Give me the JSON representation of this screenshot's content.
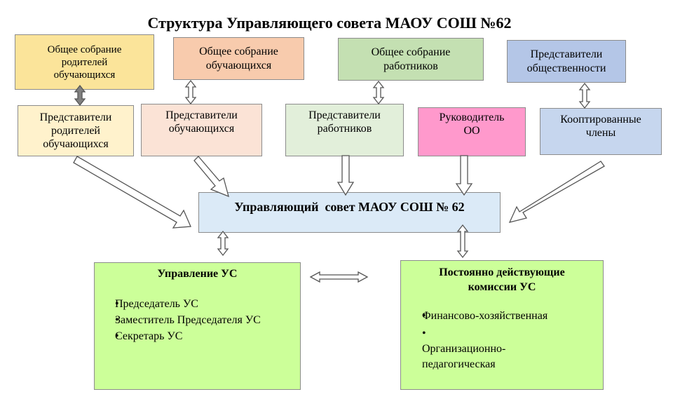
{
  "title": "Структура Управляющего совета МАОУ СОШ №62",
  "top_row": [
    {
      "label": "Общее собрание\nродителей\nобучающихся",
      "color": "#fbe49a"
    },
    {
      "label": "Общее собрание\nобучающихся",
      "color": "#f8cbad"
    },
    {
      "label": "Общее собрание\nработников",
      "color": "#c4e0b2"
    },
    {
      "label": "Представители\nобщественности",
      "color": "#b4c6e7"
    }
  ],
  "second_row": [
    {
      "label": "Представители\nродителей\nобучающихся",
      "color": "#fff2cc"
    },
    {
      "label": "Представители\nобучающихся",
      "color": "#fbe3d6"
    },
    {
      "label": "Представители\nработников",
      "color": "#e2efda"
    },
    {
      "label": "Руководитель\nОО",
      "color": "#ff99cc"
    },
    {
      "label": "Кооптированные\nчлены",
      "color": "#c6d6ee"
    }
  ],
  "council": {
    "label": "Управляющий  совет МАОУ СОШ № 62",
    "color": "#dbeaf7"
  },
  "management": {
    "title": "Управление УС",
    "items": [
      "Председатель УС",
      "Заместитель Председателя УС",
      "Секретарь УС"
    ],
    "color": "#ccff99"
  },
  "commissions": {
    "title": "Постоянно действующие\nкомиссии УС",
    "items": [
      "Финансово-хозяйственная",
      "Организационно-\nпедагогическая"
    ],
    "color": "#ccff99"
  }
}
